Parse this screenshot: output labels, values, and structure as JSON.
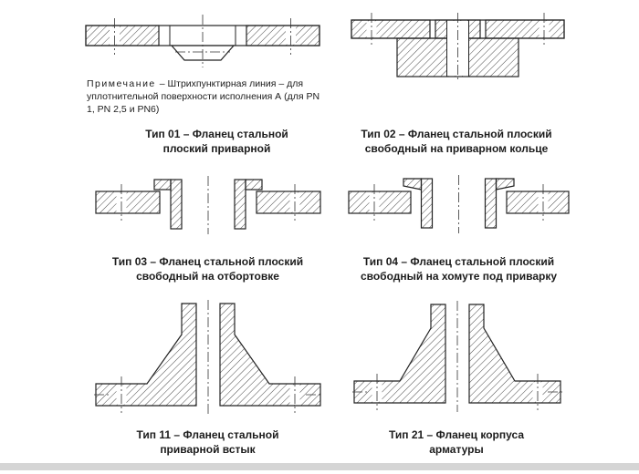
{
  "document": {
    "language": "ru",
    "background": "#ffffff",
    "line_color": "#222222",
    "hatch_color": "#4a4a4a"
  },
  "note": {
    "label": "Примечание",
    "text": "– Штрихпунктирная линия – для уплотнительной поверхности исполнения А (для PN 1, PN 2,5 и PN6)"
  },
  "figures": [
    {
      "type": "Тип 01",
      "caption1": "Тип 01 – Фланец стальной",
      "caption2": "плоский приварной"
    },
    {
      "type": "Тип 02",
      "caption1": "Тип 02 – Фланец стальной плоский",
      "caption2": "свободный на приварном кольце"
    },
    {
      "type": "Тип 03",
      "caption1": "Тип 03 – Фланец стальной плоский",
      "caption2": "свободный на отбортовке"
    },
    {
      "type": "Тип 04",
      "caption1": "Тип 04 – Фланец стальной плоский",
      "caption2": "свободный на хомуте под приварку"
    },
    {
      "type": "Тип 11",
      "caption1": "Тип 11 – Фланец стальной",
      "caption2": "приварной встык"
    },
    {
      "type": "Тип 21",
      "caption1": "Тип 21 – Фланец корпуса",
      "caption2": "арматуры"
    }
  ]
}
